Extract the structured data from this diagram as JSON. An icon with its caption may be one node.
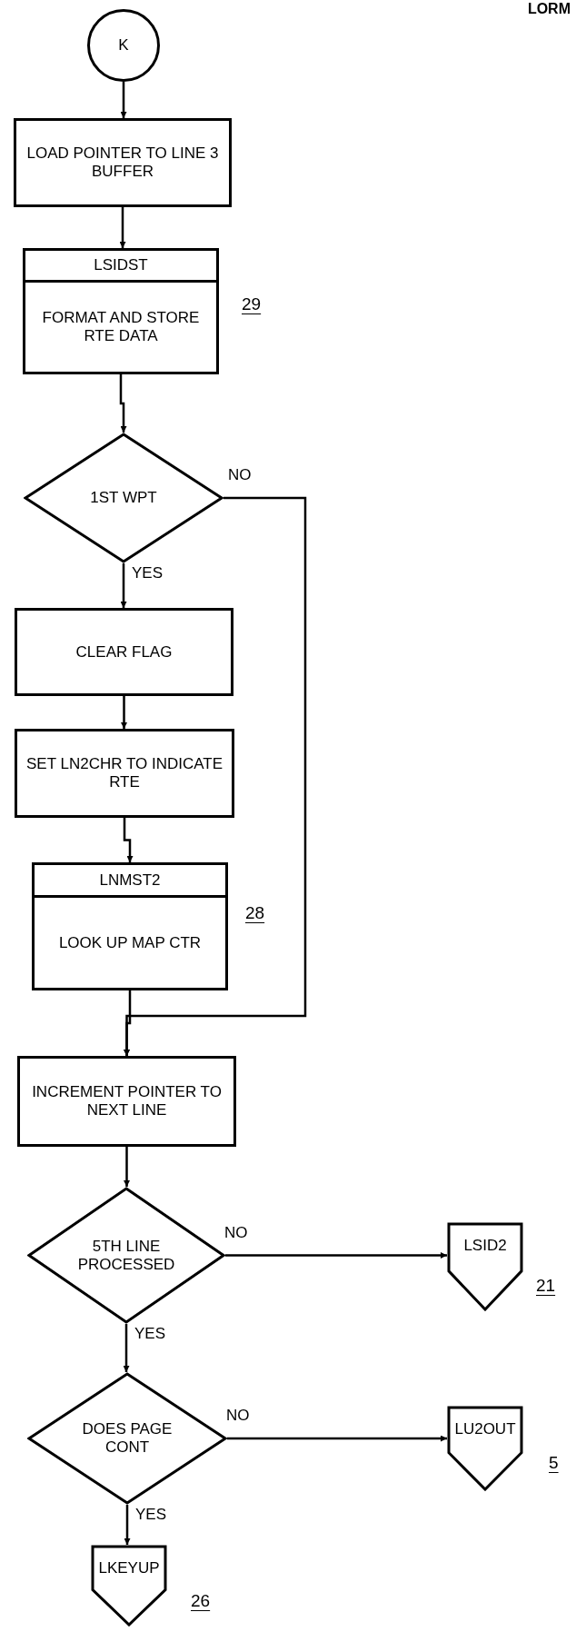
{
  "diagram": {
    "nodes": [
      {
        "text": [
          "K"
        ]
      },
      {
        "text": [
          "LOAD POINTER TO LINE 3 BUFFER"
        ]
      },
      {
        "text": [
          "LSIDST",
          "FORMAT AND STORE RTE DATA"
        ],
        "beside": [
          "29"
        ]
      },
      {
        "text": [
          "1ST WPT"
        ]
      },
      {
        "text": [
          "CLEAR FLAG"
        ]
      },
      {
        "text": [
          "SET LN2CHR TO INDICATE RTE"
        ]
      },
      {
        "text": [
          "LNMST2",
          "LOOK UP MAP CTR"
        ],
        "beside": [
          "28"
        ]
      },
      {
        "text": [
          "INCREMENT POINTER TO NEXT LINE"
        ]
      },
      {
        "text": [
          "5TH LINE PROCESSED"
        ]
      },
      {
        "text": [
          "LSID2"
        ],
        "beside": [
          "21"
        ]
      },
      {
        "text": [
          "DOES PAGE CONT"
        ]
      },
      {
        "text": [
          "LU2OUT"
        ],
        "beside": [
          "5"
        ]
      },
      {
        "text": [
          "LKEYUP"
        ],
        "beside": [
          "26"
        ]
      }
    ],
    "edges": [
      {
        "from": 0,
        "to": 1,
        "arrow": "to"
      },
      {
        "from": 1,
        "to": 2,
        "arrow": "to"
      },
      {
        "from": 2,
        "to": 3,
        "arrow": "to"
      },
      {
        "from": 3,
        "to": 4,
        "arrow": "to",
        "label": "YES"
      },
      {
        "from": 3,
        "to": 7,
        "arrow": "to",
        "label": "NO"
      },
      {
        "from": 4,
        "to": 5,
        "arrow": "to"
      },
      {
        "from": 5,
        "to": 6,
        "arrow": "to"
      },
      {
        "from": 6,
        "to": 7,
        "arrow": "to"
      },
      {
        "from": 7,
        "to": 8,
        "arrow": "to"
      },
      {
        "from": 8,
        "to": 9,
        "arrow": "to",
        "label": "NO"
      },
      {
        "from": 8,
        "to": 10,
        "arrow": "to",
        "label": "YES"
      },
      {
        "from": 10,
        "to": 11,
        "arrow": "to",
        "label": "NO"
      },
      {
        "from": 10,
        "to": 12,
        "arrow": "to",
        "label": "YES"
      }
    ],
    "labels": [
      "LORM"
    ]
  }
}
